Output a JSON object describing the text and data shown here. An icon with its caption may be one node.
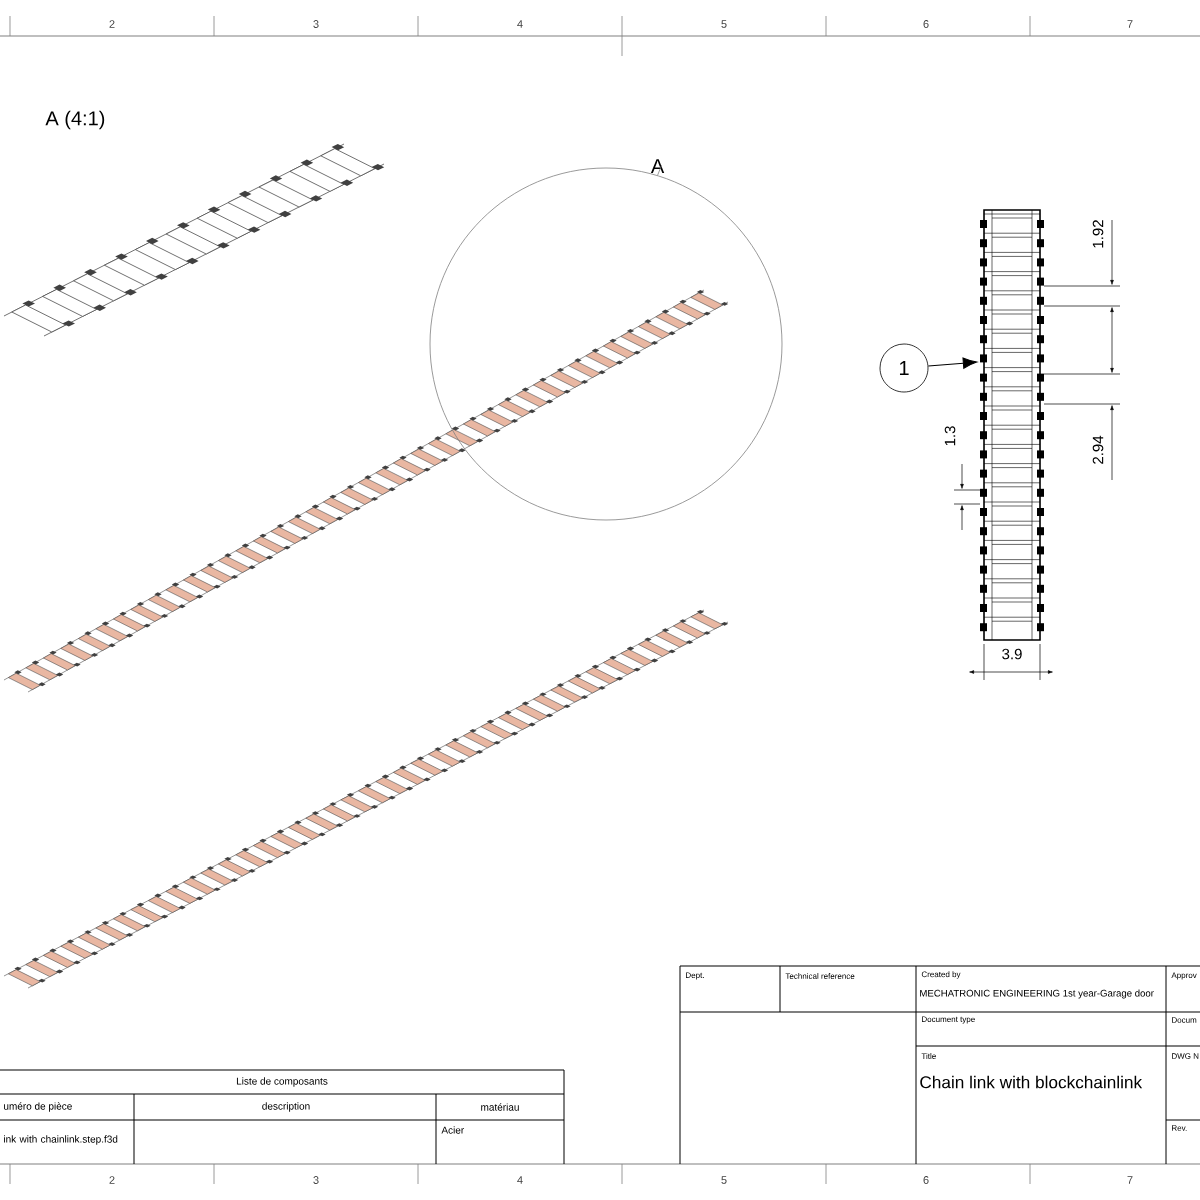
{
  "diagram": {
    "nodes": [
      {
        "text": [
          "A"
        ]
      },
      {
        "text": [
          "1"
        ]
      },
      {
        "text": [],
        "shape": "picture"
      }
    ],
    "edges": [
      {
        "from": 1,
        "to": 2,
        "arrow": "to"
      }
    ],
    "labels": [
      "2",
      "3",
      "4",
      "5",
      "6",
      "7",
      "A (4:1)",
      "1.92",
      "1.3",
      "2.94",
      "3.9",
      "Dept.",
      "Technical reference",
      "Created by",
      "Approv",
      "MECHATRONIC ENGINEERING 1st year-Garage door",
      "Document type",
      "Docum",
      "Title",
      "DWG N",
      "Chain link with blockchainlink",
      "Rev.",
      "Liste de composants",
      "uméro de pièce",
      "description",
      "matériau",
      "ink with chainlink.step.f3d",
      "Acier",
      "2",
      "3",
      "4",
      "5",
      "6",
      "7"
    ]
  }
}
